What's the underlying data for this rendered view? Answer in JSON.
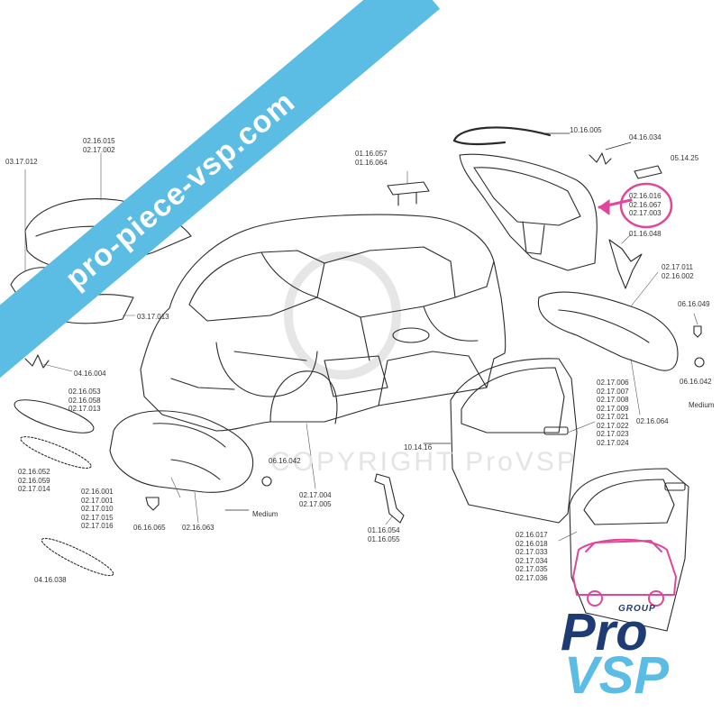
{
  "watermark": {
    "site": "pro-piece-vsp.com",
    "copyright": "COPYRIGHT ProVSP"
  },
  "logo": {
    "group": "GROUP",
    "pro": "Pro",
    "vsp": "VSP",
    "colors": {
      "navy": "#1f3b73",
      "blue": "#5bbde4",
      "pink": "#e0469a"
    }
  },
  "labels": {
    "roof_seal": "10.16.005",
    "roof_clip": "04.16.034",
    "tailgate_badge": "05.14.25",
    "tailgate": "02.16.016\n02.16.067\n02.17.003",
    "tailgate_support": "01.16.048",
    "rear_bumper": "02.17.011\n02.16.002",
    "rear_screw": "06.16.049",
    "rear_clip": "06.16.042",
    "rear_medium": "Medium",
    "rear_bumper_part": "02.16.064",
    "hood": "02.16.015\n02.17.002",
    "hood_left": "03.17.012",
    "hinge": "01.16.057\n01.16.064",
    "hood_under": "03.17.013",
    "front_clip": "04.16.004",
    "front_grille_top": "02.16.053\n02.16.058\n02.17.013",
    "front_grille_left": "02.16.052\n02.16.059\n02.17.014",
    "front_bumper": "02.16.001\n02.17.001\n02.17.010\n02.17.015\n02.17.016",
    "bumper_screw": "06.16.065",
    "bumper_main": "02.16.063",
    "front_medium": "Medium",
    "front_clip2": "06.16.042",
    "body_shell": "02.17.004\n02.17.005",
    "lower_grille": "04.16.038",
    "bracket": "01.16.054\n01.16.055",
    "side_seal": "10.14.16",
    "right_door": "02.17.006\n02.17.007\n02.17.008\n02.17.009\n02.17.021\n02.17.022\n02.17.023\n02.17.024",
    "left_door": "02.16.017\n02.16.018\n02.17.033\n02.17.034\n02.17.035\n02.17.036"
  }
}
